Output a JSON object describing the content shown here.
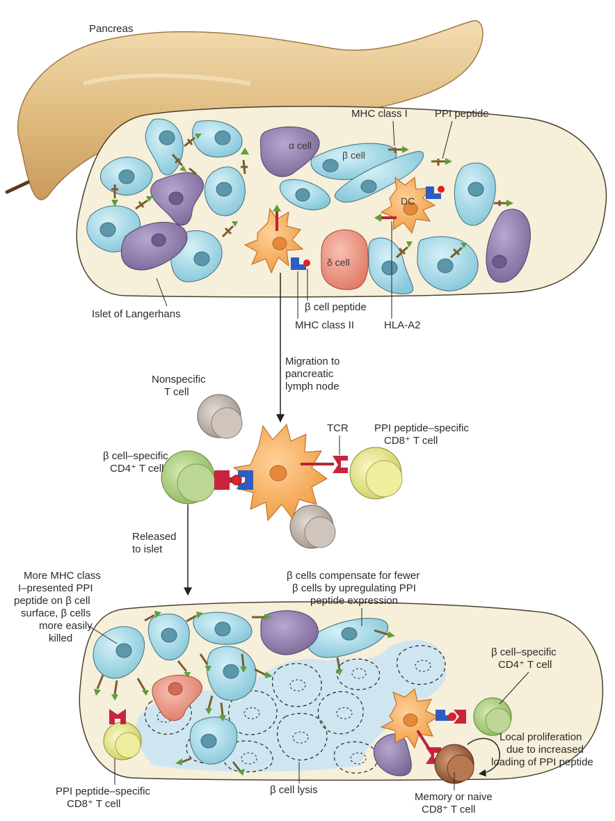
{
  "labels": {
    "pancreas": "Pancreas",
    "mhc_class_1": "MHC class I",
    "ppi_peptide": "PPI peptide",
    "alpha_cell": "α cell",
    "beta_cell": "β cell",
    "dc": "DC",
    "delta_cell": "δ cell",
    "islet_of_langerhans": "Islet of Langerhans",
    "beta_cell_peptide": "β cell peptide",
    "mhc_class_2": "MHC class II",
    "hla_a2": "HLA-A2",
    "migration": [
      "Migration to",
      "pancreatic",
      "lymph node"
    ],
    "nonspecific_t_cell": [
      "Nonspecific",
      "T cell"
    ],
    "tcr": "TCR",
    "ppi_specific_cd8_top": [
      "PPI peptide–specific",
      "CD8⁺ T cell"
    ],
    "beta_specific_cd4_mid": [
      "β cell–specific",
      "CD4⁺ T cell"
    ],
    "released": [
      "Released",
      "to islet"
    ],
    "more_mhc": [
      "More MHC class",
      "I–presented PPI",
      "peptide on β cell",
      "surface, β cells",
      "more easily",
      "killed"
    ],
    "beta_compensate": [
      "β cells compensate for fewer",
      "β cells by upregulating PPI",
      "peptide expression"
    ],
    "beta_specific_cd4_bottom": [
      "β cell–specific",
      "CD4⁺ T cell"
    ],
    "local_proliferation": [
      "Local proliferation",
      "due to increased",
      "loading of PPI peptide"
    ],
    "ppi_specific_cd8_bottom": [
      "PPI peptide–specific",
      "CD8⁺ T cell"
    ],
    "beta_cell_lysis": "β cell lysis",
    "memory_naive": [
      "Memory or naive",
      "CD8⁺ T cell"
    ]
  },
  "colors": {
    "islet_fill": "#f6efd9",
    "islet_stroke": "#4a4030",
    "beta_cell": "#9fd8e6",
    "alpha_cell": "#9683b3",
    "delta_cell": "#ee9a87",
    "dendritic_cell": "#f3a34d",
    "mhc_class_1": "#7a5c2e",
    "ppi_peptide": "#5aa03a",
    "mhc_class_2": "#2f5cc0",
    "tcr": "#c8243f",
    "cd4_t_cell": "#a9c97a",
    "cd8_t_cell": "#e3e38a",
    "nonspecific_t_cell": "#b8aca4",
    "memory_t_cell": "#9a6040",
    "lysis_area": "#c8e4f3",
    "pancreas": "#e2c58e"
  }
}
